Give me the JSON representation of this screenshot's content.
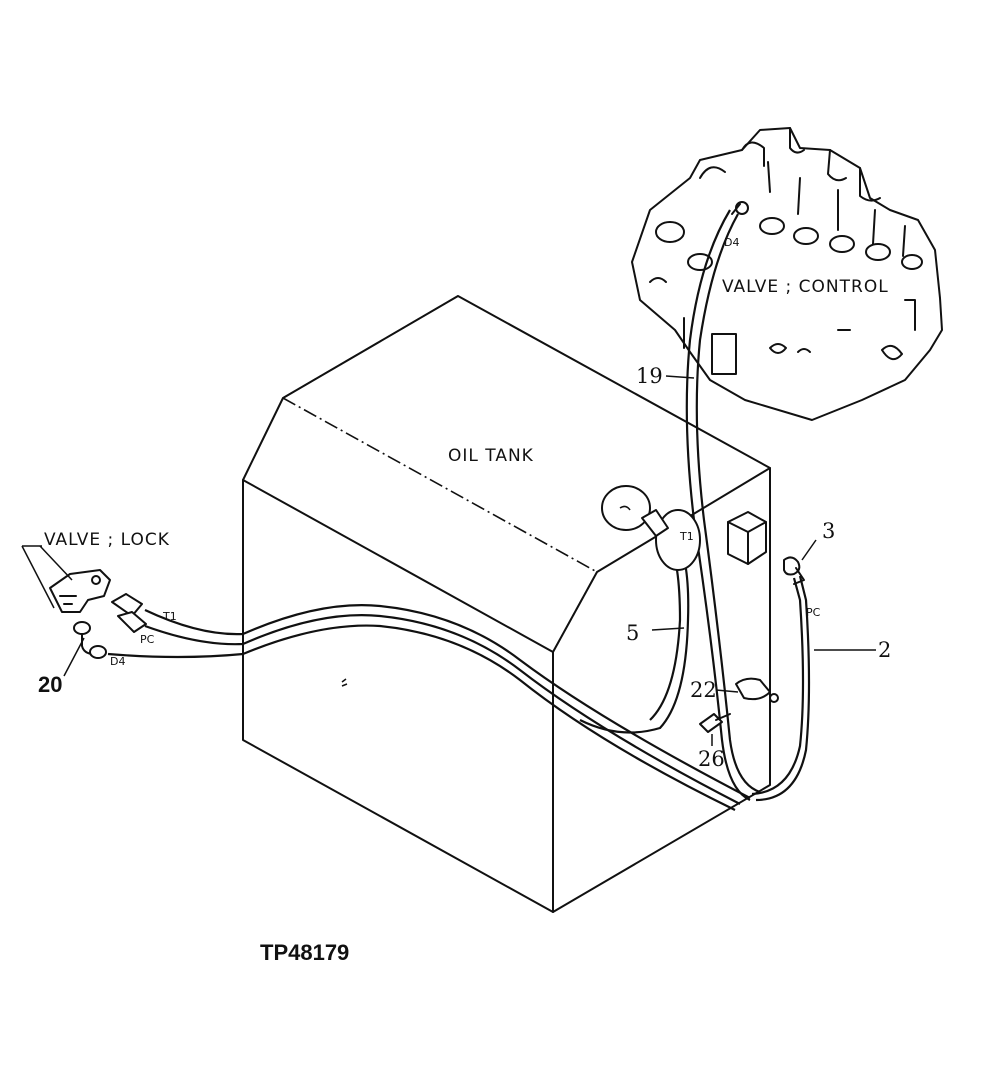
{
  "labels": {
    "oil_tank": "OIL TANK",
    "valve_control": "VALVE ; CONTROL",
    "valve_lock": "VALVE ; LOCK",
    "figure_id": "TP48179"
  },
  "ports": {
    "t1_tank": "T1",
    "d4_control": "D4",
    "pc_right": "PC",
    "t1_lock": "T1",
    "pc_lock": "PC",
    "d4_lock": "D4"
  },
  "callouts": {
    "c2": "2",
    "c3": "3",
    "c5": "5",
    "c19": "19",
    "c20": "20",
    "c22": "22",
    "c26": "26"
  }
}
